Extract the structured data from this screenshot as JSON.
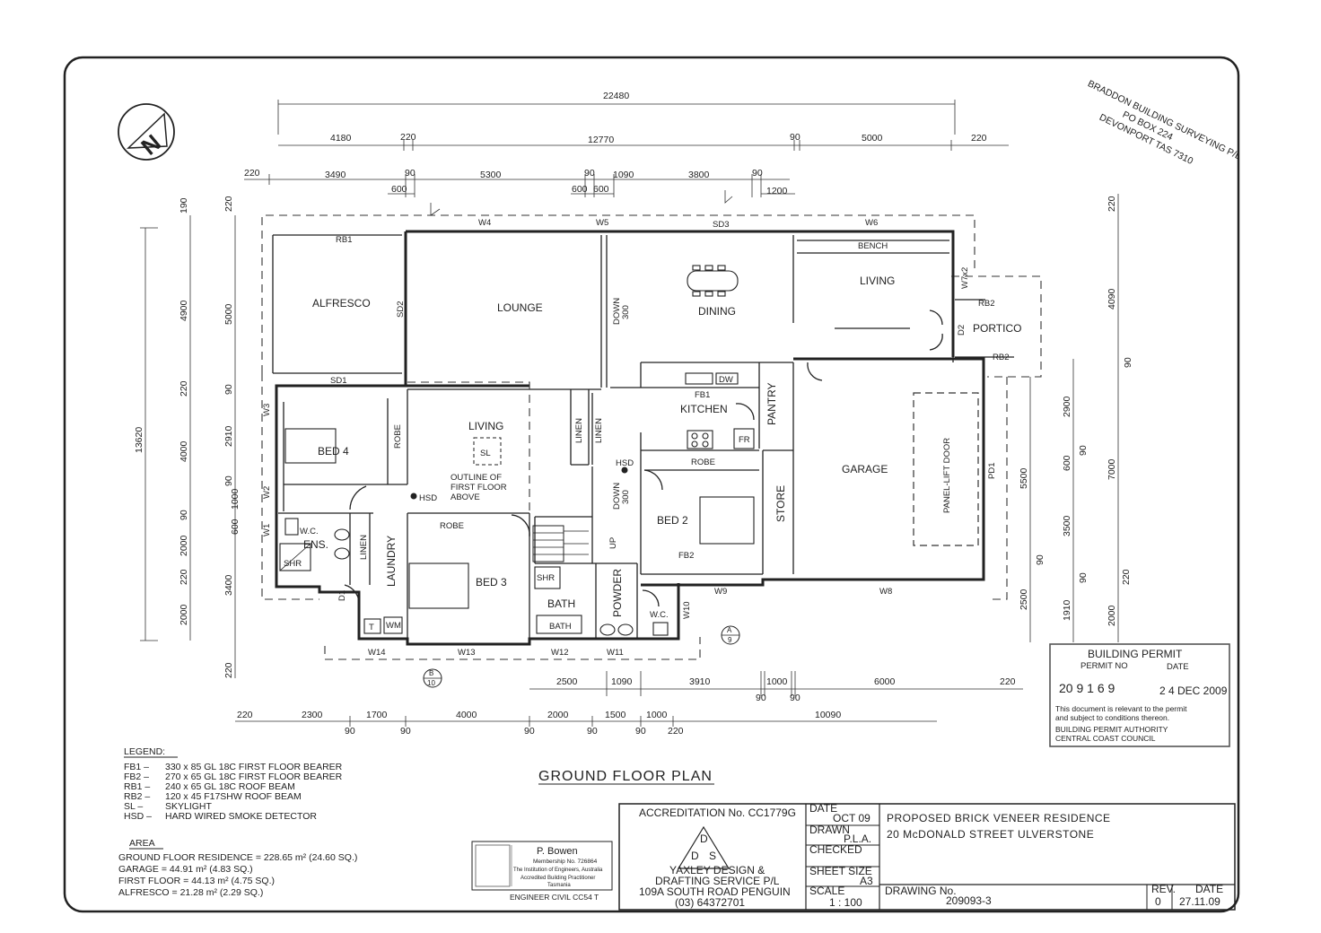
{
  "plan": {
    "title": "GROUND FLOOR PLAN",
    "north": "N",
    "rooms": {
      "alfresco": "ALFRESCO",
      "lounge": "LOUNGE",
      "dining": "DINING",
      "living_main": "LIVING",
      "living_mid": "LIVING",
      "bench": "BENCH",
      "portico": "PORTICO",
      "kitchen": "KITCHEN",
      "pantry": "PANTRY",
      "garage": "GARAGE",
      "panel_lift_door": "PANEL-LIFT DOOR",
      "store": "STORE",
      "bed4": "BED 4",
      "bed3": "BED 3",
      "bed2": "BED 2",
      "ens": "ENS.",
      "wc": "W.C.",
      "wc2": "W.C.",
      "shr": "SHR",
      "shr2": "SHR",
      "laundry": "LAUNDRY",
      "bath": "BATH",
      "bath_fixture": "BATH",
      "powder": "POWDER",
      "robe_bed4": "ROBE",
      "robe_bed3": "ROBE",
      "robe_bed2": "ROBE",
      "linen1": "LINEN",
      "linen2": "LINEN",
      "linen3": "LINEN",
      "sl": "SL",
      "outline": [
        "OUTLINE OF",
        "FIRST FLOOR",
        "ABOVE"
      ],
      "hsd1": "HSD",
      "hsd2": "HSD",
      "down1": [
        "DOWN",
        "300"
      ],
      "down2": [
        "DOWN",
        "300"
      ],
      "up": "UP",
      "fr": "FR",
      "dw": "DW",
      "t": "T",
      "wm": "WM"
    },
    "labels": {
      "w1": "W1",
      "w2": "W2",
      "w3": "W3",
      "w4": "W4",
      "w5": "W5",
      "w6": "W6",
      "w7": "W7x2",
      "w8": "W8",
      "w9": "W9",
      "w10": "W10",
      "w11": "W11",
      "w12": "W12",
      "w13": "W13",
      "w14": "W14",
      "sd1": "SD1",
      "sd2": "SD2",
      "sd3": "SD3",
      "d1": "D1",
      "d2": "D2",
      "pd1": "PD1",
      "rb1": "RB1",
      "rb2a": "RB2",
      "rb2b": "RB2",
      "fb1": "FB1",
      "fb2": "FB2",
      "sec_a": "A",
      "sec_a_n": "9",
      "sec_b": "B",
      "sec_b_n": "10"
    },
    "dims_top": {
      "overall": "22480",
      "row2": [
        "4180",
        "220",
        "12770",
        "90",
        "5000",
        "220"
      ],
      "row3": [
        "220",
        "3490",
        "90",
        "5300",
        "90",
        "1090",
        "3800",
        "90"
      ],
      "row4": [
        "600",
        "600",
        "600",
        "1200"
      ]
    },
    "dims_left": {
      "overall": "13620",
      "row1": [
        "190",
        "4900",
        "220",
        "4000",
        "90",
        "2000",
        "220",
        "2000"
      ],
      "row2": [
        "220",
        "5000",
        "90",
        "2910",
        "90",
        "1000",
        "600",
        "3400",
        "220"
      ]
    },
    "dims_right": {
      "inner": [
        "2900",
        "90",
        "600",
        "3500",
        "90",
        "1910"
      ],
      "mid": [
        "5500",
        "90",
        "2500"
      ],
      "outer": [
        "220",
        "4090",
        "90",
        "7000",
        "220",
        "2000"
      ]
    },
    "dims_bottom": {
      "row1": [
        "2500",
        "1090",
        "3910",
        "1000",
        "6000",
        "220"
      ],
      "row1_sub": [
        "90",
        "90"
      ],
      "row2": [
        "220",
        "2300",
        "1700",
        "4000",
        "2000",
        "1500",
        "1000",
        "10090"
      ],
      "row2_sub": [
        "90",
        "90",
        "90",
        "90",
        "90",
        "220"
      ]
    }
  },
  "stamp": {
    "lines": [
      "BRADDON BUILDING SURVEYING P/L",
      "PO BOX 224",
      "DEVONPORT TAS 7310"
    ]
  },
  "permit": {
    "heading": "BUILDING PERMIT",
    "permit_no_label": "PERMIT NO",
    "date_label": "DATE",
    "permit_no": "20 9 1 6 9",
    "date": "2 4  DEC 2009",
    "note1": "This document is relevant to the permit",
    "note2": "and subject to conditions thereon.",
    "authority1": "BUILDING PERMIT AUTHORITY",
    "authority2": "CENTRAL COAST COUNCIL"
  },
  "legend": {
    "title": "LEGEND:",
    "items": [
      {
        "code": "FB1 –",
        "desc": "330 x 85 GL 18C FIRST FLOOR BEARER"
      },
      {
        "code": "FB2 –",
        "desc": "270 x 65 GL 18C FIRST FLOOR BEARER"
      },
      {
        "code": "RB1 –",
        "desc": "240 x 65 GL 18C ROOF BEAM"
      },
      {
        "code": "RB2 –",
        "desc": "120 x 45 F17SHW ROOF BEAM"
      },
      {
        "code": "SL –",
        "desc": "SKYLIGHT"
      },
      {
        "code": "HSD –",
        "desc": "HARD WIRED SMOKE DETECTOR"
      }
    ]
  },
  "area": {
    "title": "AREA",
    "items": [
      "GROUND FLOOR RESIDENCE = 228.65 m² (24.60 SQ.)",
      "GARAGE = 44.91 m² (4.83 SQ.)",
      "FIRST FLOOR = 44.13 m² (4.75 SQ.)",
      "ALFRESCO = 21.28 m² (2.29 SQ.)"
    ]
  },
  "engineer": {
    "name": "P. Bowen",
    "membership": "Membership No. 726864",
    "inst": "The Institution of Engineers, Australia",
    "accredited": "Accredited Building Practitioner",
    "state": "Tasmania",
    "civil": "ENGINEER CIVIL CC54 T"
  },
  "titleblock": {
    "accreditation": "ACCREDITATION No. CC1779G",
    "logo_letters": [
      "D",
      "D",
      "S"
    ],
    "company1": "YAXLEY DESIGN &",
    "company2": "DRAFTING SERVICE P/L",
    "address": "109A SOUTH ROAD PENGUIN",
    "phone": "(03) 64372701",
    "date_label": "DATE",
    "date": "OCT 09",
    "drawn_label": "DRAWN",
    "drawn": "P.L.A.",
    "checked_label": "CHECKED",
    "sheet_label": "SHEET SIZE",
    "sheet": "A3",
    "scale_label": "SCALE",
    "scale": "1 : 100",
    "project1": "PROPOSED BRICK VENEER RESIDENCE",
    "project2": "20 McDONALD STREET ULVERSTONE",
    "drawing_label": "DRAWING No.",
    "drawing_no": "209093-3",
    "rev_label": "REV.",
    "rev": "0",
    "rev_date_label": "DATE",
    "rev_date": "27.11.09"
  }
}
